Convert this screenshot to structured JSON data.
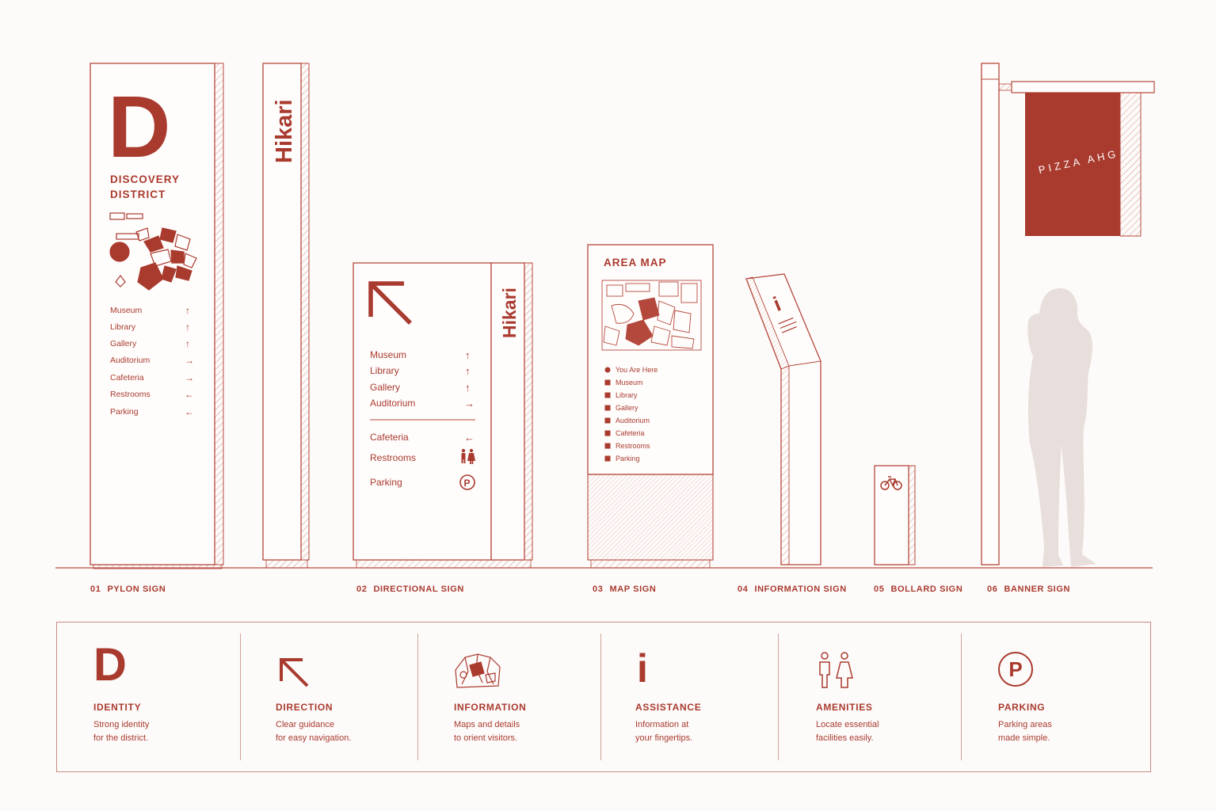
{
  "colors": {
    "accent": "#a93a2e",
    "line": "#b5483c",
    "light": "#f1ddd8",
    "silhouette": "#e8dedb",
    "background": "#fdfbfa"
  },
  "pylon": {
    "letter": "D",
    "title_line1": "DISCOVERY",
    "title_line2": "DISTRICT",
    "items": [
      {
        "label": "Museum",
        "arrow": "↑"
      },
      {
        "label": "Library",
        "arrow": "↑"
      },
      {
        "label": "Gallery",
        "arrow": "↑"
      },
      {
        "label": "Auditorium",
        "arrow": "→"
      },
      {
        "label": "Cafeteria",
        "arrow": "→"
      },
      {
        "label": "Restrooms",
        "arrow": "←"
      },
      {
        "label": "Parking",
        "arrow": "←"
      }
    ]
  },
  "brand": "Hikari",
  "directional": {
    "items": [
      {
        "label": "Museum",
        "arrow": "↑"
      },
      {
        "label": "Library",
        "arrow": "↑"
      },
      {
        "label": "Gallery",
        "arrow": "↑"
      },
      {
        "label": "Auditorium",
        "arrow": "→"
      }
    ],
    "items2": [
      {
        "label": "Cafeteria",
        "icon": "arrow-left-icon",
        "glyph": "←"
      },
      {
        "label": "Restrooms",
        "icon": "restroom-icon",
        "glyph": ""
      },
      {
        "label": "Parking",
        "icon": "parking-icon",
        "glyph": "P"
      }
    ]
  },
  "map_sign": {
    "title": "AREA MAP",
    "legend": [
      "You Are Here",
      "Museum",
      "Library",
      "Gallery",
      "Auditorium",
      "Cafeteria",
      "Restrooms",
      "Parking"
    ]
  },
  "info_sign": {
    "glyph": "i"
  },
  "banner": {
    "text": "PIZZA AHG"
  },
  "captions": [
    {
      "num": "01",
      "label": "PYLON SIGN"
    },
    {
      "num": "02",
      "label": "DIRECTIONAL SIGN"
    },
    {
      "num": "03",
      "label": "MAP SIGN"
    },
    {
      "num": "04",
      "label": "INFORMATION SIGN"
    },
    {
      "num": "05",
      "label": "BOLLARD SIGN"
    },
    {
      "num": "06",
      "label": "BANNER SIGN"
    }
  ],
  "legend": [
    {
      "title": "IDENTITY",
      "desc": "Strong identity\nfor the district.",
      "icon": "d-letter-icon"
    },
    {
      "title": "DIRECTION",
      "desc": "Clear guidance\nfor easy navigation.",
      "icon": "arrow-up-left-icon"
    },
    {
      "title": "INFORMATION",
      "desc": "Maps and details\nto orient visitors.",
      "icon": "map-icon"
    },
    {
      "title": "ASSISTANCE",
      "desc": "Information at\nyour fingertips.",
      "icon": "info-icon"
    },
    {
      "title": "AMENITIES",
      "desc": "Locate essential\nfacilities easily.",
      "icon": "restroom-icon"
    },
    {
      "title": "PARKING",
      "desc": "Parking areas\nmade simple.",
      "icon": "parking-icon"
    }
  ],
  "legend_glyphs": {
    "identity": "D",
    "assistance": "i",
    "parking": "P"
  }
}
